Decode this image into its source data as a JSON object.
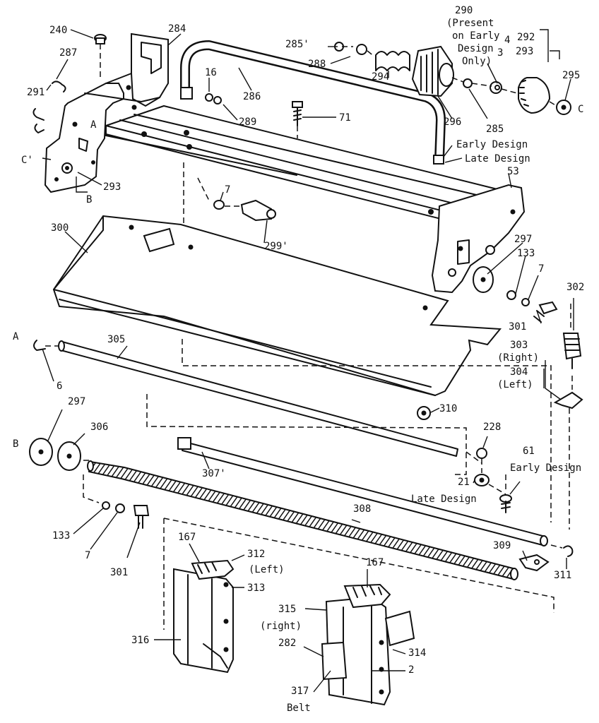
{
  "labels": {
    "p240": "240",
    "p284": "284",
    "p287": "287",
    "p291": "291",
    "pC1": "C'",
    "pA1": "A",
    "pB1": "B",
    "p293a": "293",
    "p16": "16",
    "p286": "286",
    "p289": "289",
    "p285a": "285'",
    "p288": "288",
    "p294": "294",
    "p290": "290",
    "present1": "(Present",
    "present2": "on Early",
    "present3": "Design",
    "present4": "Only)",
    "p4": "4",
    "p3": "3",
    "p292": "292",
    "p293b": "293",
    "p295": "295",
    "pC2": "C",
    "p296": "296",
    "p285b": "285",
    "p71": "71",
    "early1": "Early Design",
    "late1": "Late Design",
    "p53": "53",
    "p7a": "7",
    "p299": "299'",
    "p300": "300",
    "p297a": "297",
    "p133a": "133",
    "p7b": "7",
    "p301a": "301",
    "p302": "302",
    "pA2": "A",
    "p305": "305",
    "p6": "6",
    "p303": "303",
    "right1": "(Right)",
    "p304": "304",
    "left1": "(Left)",
    "p310": "310",
    "p297b": "297",
    "pB2": "B",
    "p306": "306",
    "p228": "228",
    "p61": "61",
    "early2": "Early Design",
    "p307": "307'",
    "p21": "21",
    "late2": "Late Design",
    "p308": "308",
    "p133b": "133",
    "p7c": "7",
    "p301b": "301",
    "p167a": "167",
    "p312": "312",
    "left2": "(Left)",
    "p313": "313",
    "p167b": "167",
    "p309": "309",
    "p311": "311",
    "p315": "315",
    "right2": "(right)",
    "p316": "316",
    "p282": "282",
    "p314": "314",
    "p2": "2",
    "p317": "317",
    "belt": "Belt"
  }
}
